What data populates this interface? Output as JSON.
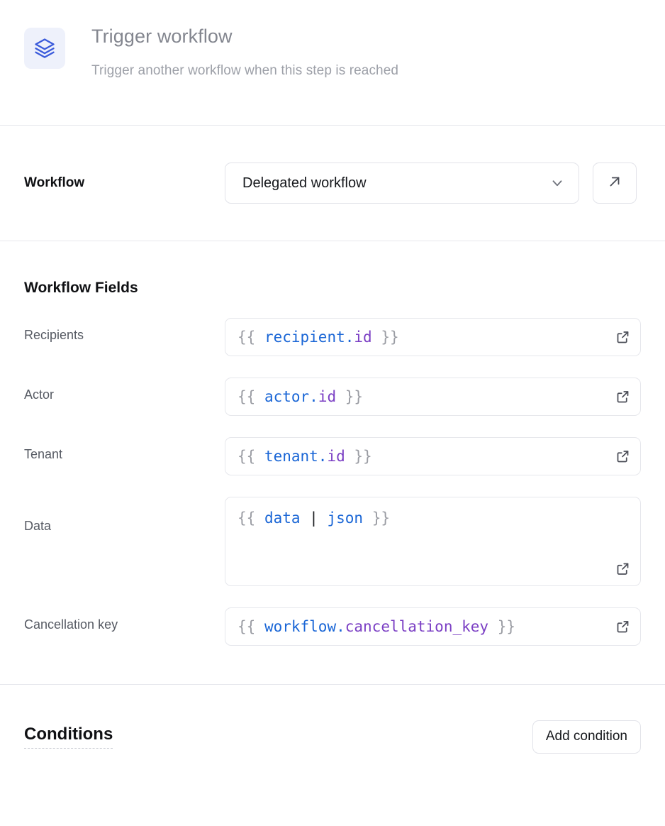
{
  "header": {
    "icon": "layers-stack-icon",
    "title": "Trigger workflow",
    "subtitle": "Trigger another workflow when this step is reached",
    "icon_color": "#3b5bdb",
    "icon_bg": "#eef1fb"
  },
  "workflow_row": {
    "label": "Workflow",
    "selected": "Delegated workflow",
    "chevron_icon": "chevron-down-icon",
    "open_button_icon": "arrow-up-right-icon"
  },
  "fields_section": {
    "heading": "Workflow Fields",
    "fields": [
      {
        "label": "Recipients",
        "value": "{{ recipient.id }}",
        "tokens": [
          {
            "t": "{{ ",
            "c": "punct"
          },
          {
            "t": "recipient",
            "c": "var"
          },
          {
            "t": ".",
            "c": "dot"
          },
          {
            "t": "id",
            "c": "prop"
          },
          {
            "t": " }}",
            "c": "punct"
          }
        ],
        "multiline": false,
        "expand_icon": "external-link-icon"
      },
      {
        "label": "Actor",
        "value": "{{ actor.id }}",
        "tokens": [
          {
            "t": "{{ ",
            "c": "punct"
          },
          {
            "t": "actor",
            "c": "var"
          },
          {
            "t": ".",
            "c": "dot"
          },
          {
            "t": "id",
            "c": "prop"
          },
          {
            "t": " }}",
            "c": "punct"
          }
        ],
        "multiline": false,
        "expand_icon": "external-link-icon"
      },
      {
        "label": "Tenant",
        "value": "{{ tenant.id }}",
        "tokens": [
          {
            "t": "{{ ",
            "c": "punct"
          },
          {
            "t": "tenant",
            "c": "var"
          },
          {
            "t": ".",
            "c": "dot"
          },
          {
            "t": "id",
            "c": "prop"
          },
          {
            "t": " }}",
            "c": "punct"
          }
        ],
        "multiline": false,
        "expand_icon": "external-link-icon"
      },
      {
        "label": "Data",
        "value": "{{ data | json }}",
        "tokens": [
          {
            "t": "{{ ",
            "c": "punct"
          },
          {
            "t": "data",
            "c": "var"
          },
          {
            "t": " ",
            "c": "punct"
          },
          {
            "t": "|",
            "c": "pipe"
          },
          {
            "t": " ",
            "c": "punct"
          },
          {
            "t": "json",
            "c": "var"
          },
          {
            "t": " }}",
            "c": "punct"
          }
        ],
        "multiline": true,
        "expand_icon": "external-link-icon"
      },
      {
        "label": "Cancellation key",
        "value": "{{ workflow.cancellation_key }}",
        "tokens": [
          {
            "t": "{{ ",
            "c": "punct"
          },
          {
            "t": "workflow",
            "c": "var"
          },
          {
            "t": ".",
            "c": "dot"
          },
          {
            "t": "cancellation_key",
            "c": "prop"
          },
          {
            "t": " }}",
            "c": "punct"
          }
        ],
        "multiline": false,
        "expand_icon": "external-link-icon"
      }
    ]
  },
  "conditions_section": {
    "title": "Conditions",
    "add_button_label": "Add condition"
  },
  "colors": {
    "accent_blue": "#1a66d6",
    "accent_purple": "#7b3fc4",
    "border": "#e6e7ec",
    "muted_text": "#83868f"
  }
}
